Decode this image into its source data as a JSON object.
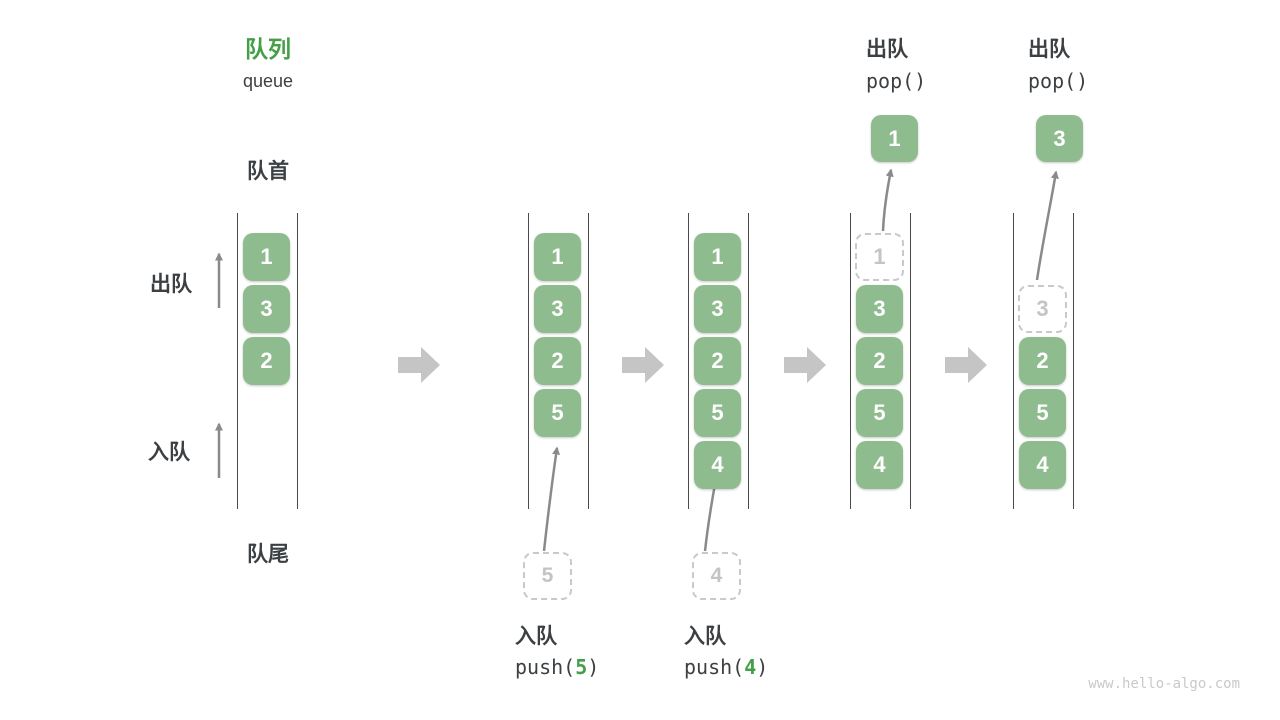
{
  "title": {
    "zh": "队列",
    "en": "queue"
  },
  "labels": {
    "front": "队首",
    "rear": "队尾",
    "dequeue": "出队",
    "enqueue": "入队"
  },
  "queues": [
    {
      "name": "initial",
      "cells": [
        {
          "row": 0,
          "value": "1",
          "ghost": false
        },
        {
          "row": 1,
          "value": "3",
          "ghost": false
        },
        {
          "row": 2,
          "value": "2",
          "ghost": false
        }
      ]
    },
    {
      "name": "after-push5",
      "cells": [
        {
          "row": 0,
          "value": "1",
          "ghost": false
        },
        {
          "row": 1,
          "value": "3",
          "ghost": false
        },
        {
          "row": 2,
          "value": "2",
          "ghost": false
        },
        {
          "row": 3,
          "value": "5",
          "ghost": false
        }
      ]
    },
    {
      "name": "after-push4",
      "cells": [
        {
          "row": 0,
          "value": "1",
          "ghost": false
        },
        {
          "row": 1,
          "value": "3",
          "ghost": false
        },
        {
          "row": 2,
          "value": "2",
          "ghost": false
        },
        {
          "row": 3,
          "value": "5",
          "ghost": false
        },
        {
          "row": 4,
          "value": "4",
          "ghost": false
        }
      ]
    },
    {
      "name": "after-pop1",
      "cells": [
        {
          "row": 0,
          "value": "1",
          "ghost": true
        },
        {
          "row": 1,
          "value": "3",
          "ghost": false
        },
        {
          "row": 2,
          "value": "2",
          "ghost": false
        },
        {
          "row": 3,
          "value": "5",
          "ghost": false
        },
        {
          "row": 4,
          "value": "4",
          "ghost": false
        }
      ]
    },
    {
      "name": "after-pop3",
      "cells": [
        {
          "row": 1,
          "value": "3",
          "ghost": true
        },
        {
          "row": 2,
          "value": "2",
          "ghost": false
        },
        {
          "row": 3,
          "value": "5",
          "ghost": false
        },
        {
          "row": 4,
          "value": "4",
          "ghost": false
        }
      ]
    }
  ],
  "operations": {
    "push5": {
      "action": "入队",
      "code_pre": "push(",
      "num": "5",
      "code_post": ")",
      "ghost_value": "5"
    },
    "push4": {
      "action": "入队",
      "code_pre": "push(",
      "num": "4",
      "code_post": ")",
      "ghost_value": "4"
    },
    "pop1": {
      "action": "出队",
      "code": "pop()",
      "popped_value": "1"
    },
    "pop2": {
      "action": "出队",
      "code": "pop()",
      "popped_value": "3"
    }
  },
  "watermark": "www.hello-algo.com",
  "colors": {
    "accent_green": "#43a047",
    "cell_green": "#8fbc8f",
    "cell_text": "#ffffff",
    "text_dark": "#3c4043",
    "block_arrow_gray": "#c5c5c5",
    "ghost_gray": "#c9c9c9",
    "column_line": "#4a4a4a",
    "curve_arrow_gray": "#8a8a8a",
    "watermark_gray": "#c9c9c9"
  }
}
